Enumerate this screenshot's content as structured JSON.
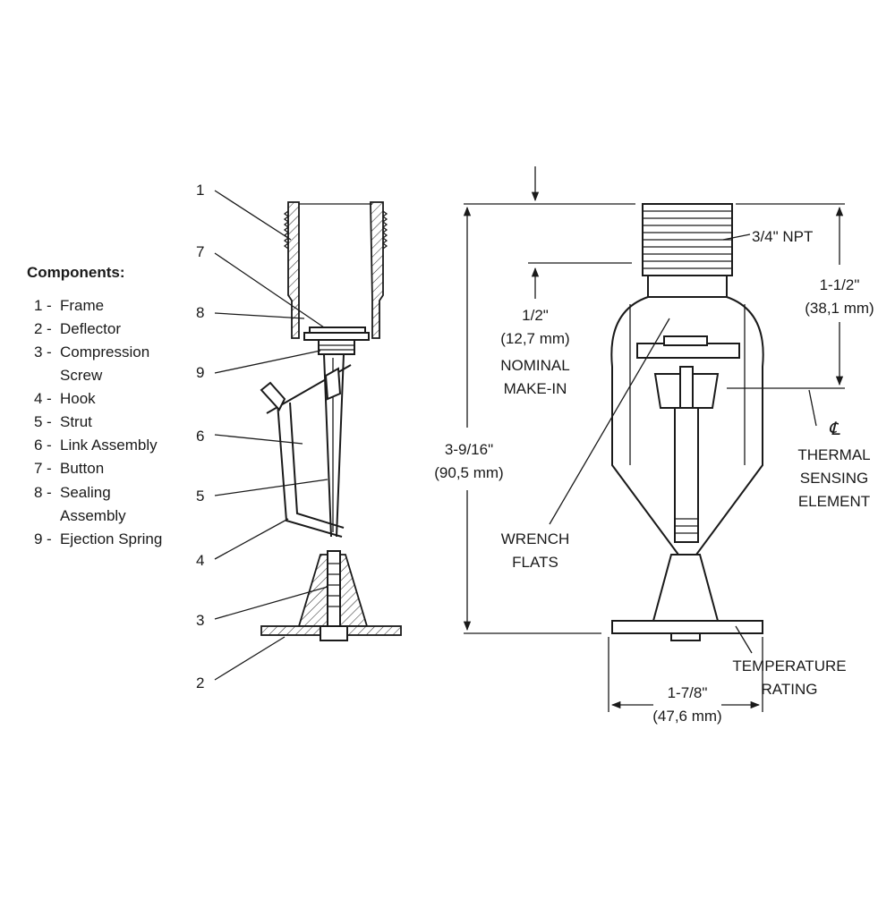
{
  "components_title": "Components:",
  "components": [
    {
      "num": "1",
      "dash": "-",
      "name": "Frame"
    },
    {
      "num": "2",
      "dash": "-",
      "name": "Deflector"
    },
    {
      "num": "3",
      "dash": "-",
      "name": "Compression",
      "name2": "Screw"
    },
    {
      "num": "4",
      "dash": "-",
      "name": "Hook"
    },
    {
      "num": "5",
      "dash": "-",
      "name": "Strut"
    },
    {
      "num": "6",
      "dash": "-",
      "name": "Link Assembly"
    },
    {
      "num": "7",
      "dash": "-",
      "name": "Button"
    },
    {
      "num": "8",
      "dash": "-",
      "name": "Sealing",
      "name2": "Assembly"
    },
    {
      "num": "9",
      "dash": "-",
      "name": "Ejection Spring"
    }
  ],
  "callouts": [
    "1",
    "7",
    "8",
    "9",
    "6",
    "5",
    "4",
    "3",
    "2"
  ],
  "dimensions": {
    "npt": "3/4\" NPT",
    "makein_1": "1/2\"",
    "makein_2": "(12,7 mm)",
    "makein_3": "NOMINAL",
    "makein_4": "MAKE-IN",
    "height_1": "3-9/16\"",
    "height_2": "(90,5 mm)",
    "centerline_1": "1-1/2\"",
    "centerline_2": "(38,1 mm)",
    "centerline_symbol": "℄",
    "thermal_1": "THERMAL",
    "thermal_2": "SENSING",
    "thermal_3": "ELEMENT",
    "wrench_1": "WRENCH",
    "wrench_2": "FLATS",
    "temp_1": "TEMPERATURE",
    "temp_2": "RATING",
    "width_1": "1-7/8\"",
    "width_2": "(47,6 mm)"
  }
}
